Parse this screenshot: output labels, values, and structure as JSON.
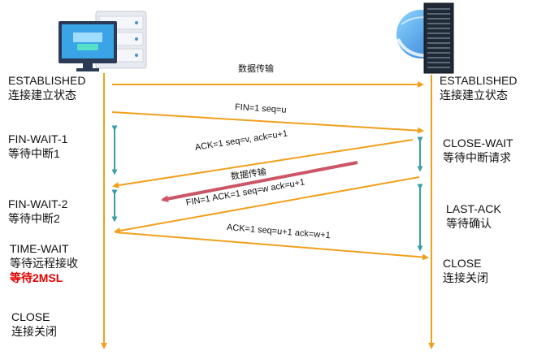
{
  "colors": {
    "timeline": "#f0a01c",
    "arrow_orange": "#f0a01c",
    "arrow_red": "#cc5566",
    "interval": "#3a9ea8",
    "accent_red_text": "#e00000"
  },
  "icons": {
    "client": "desktop-computer-icon",
    "server": "server-with-globe-icon"
  },
  "client": {
    "established": "ESTABLISHED",
    "established_cn": "连接建立状态",
    "fin_wait_1": "FIN-WAIT-1",
    "fin_wait_1_cn": "等待中断1",
    "fin_wait_2": "FIN-WAIT-2",
    "fin_wait_2_cn": "等待中断2",
    "time_wait": "TIME-WAIT",
    "time_wait_cn": "等待远程接收",
    "time_wait_msl": "等待2MSL",
    "closed": "CLOSE",
    "closed_cn": "连接关闭"
  },
  "server": {
    "established": "ESTABLISHED",
    "established_cn": "连接建立状态",
    "close_wait": "CLOSE-WAIT",
    "close_wait_cn": "等待中断请求",
    "last_ack": "LAST-ACK",
    "last_ack_cn": "等待确认",
    "closed": "CLOSE",
    "closed_cn": "连接关闭"
  },
  "messages": {
    "data_transfer_1": "数据传输",
    "fin_1": "FIN=1  seq=u",
    "ack_1": "ACK=1 seq=v,  ack=u+1",
    "data_transfer_2": "数据传输",
    "fin_2": "FIN=1 ACK=1 seq=w  ack=u+1",
    "ack_2": "ACK=1   seq=u+1  ack=w+1"
  }
}
